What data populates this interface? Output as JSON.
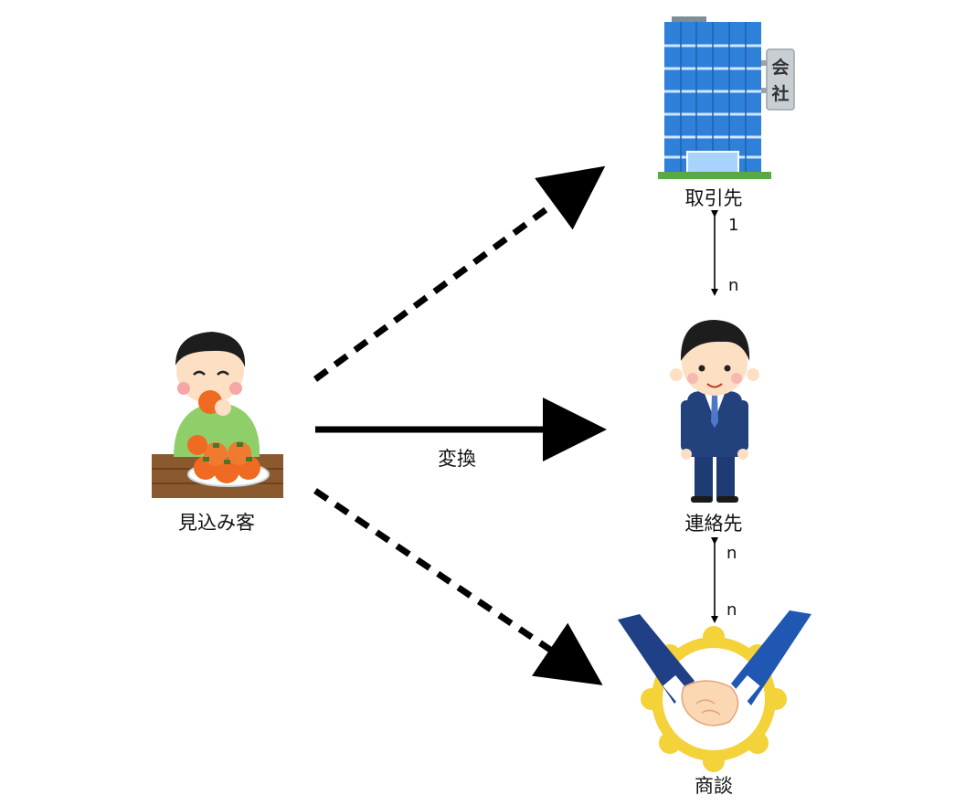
{
  "nodes": {
    "prospect": "見込み客",
    "account": "取引先",
    "contact": "連絡先",
    "deal": "商談"
  },
  "edges": {
    "convert_label": "変換",
    "account_contact": {
      "top": "1",
      "bottom": "n"
    },
    "contact_deal": {
      "top": "n",
      "bottom": "n"
    }
  },
  "building_sign": [
    "会",
    "社"
  ],
  "colors": {
    "arrow": "#000000",
    "building": "#2f80d8",
    "suit": "#1f3b73",
    "shirt": "#8ecf6a",
    "persimmon": "#ef6a22",
    "skin": "#fde0c4",
    "burst": "#f4d23a"
  }
}
